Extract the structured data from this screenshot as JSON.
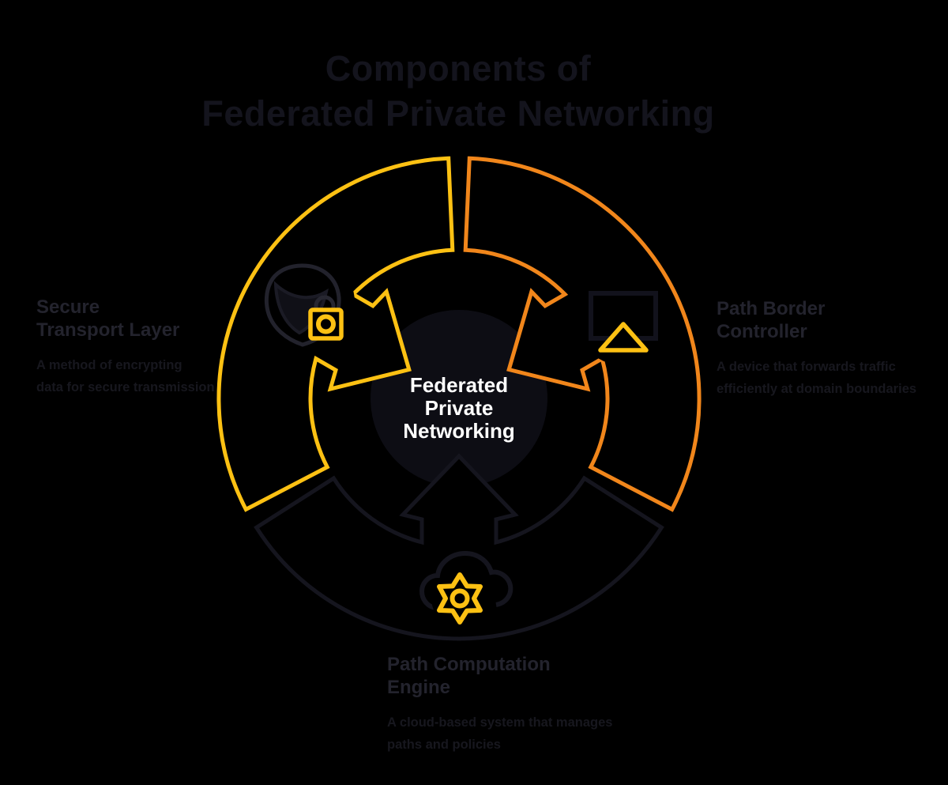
{
  "title": {
    "line1": "Components of",
    "line2": "Federated Private Networking"
  },
  "center": {
    "line1": "Federated",
    "line2": "Private",
    "line3": "Networking"
  },
  "labels": {
    "left": {
      "title_line1": "Secure",
      "title_line2": "Transport Layer",
      "desc_line1": "A method of encrypting",
      "desc_line2": "data for secure transmission"
    },
    "right": {
      "title_line1": "Path Border",
      "title_line2": "Controller",
      "desc_line1": "A device that forwards traffic",
      "desc_line2": "efficiently at domain boundaries"
    },
    "bottom": {
      "title_line1": "Path Computation",
      "title_line2": "Engine",
      "desc_line1": "A cloud-based system that manages",
      "desc_line2": "paths and policies"
    }
  },
  "colors": {
    "background": "#000000",
    "yellow": "#FDC113",
    "orange": "#F1861B",
    "dark_stroke": "#15151E",
    "icon_dark": "#1B1B25",
    "center_fill": "#0D0D14",
    "center_text": "#FFFFFF",
    "title_text": "#14141D"
  },
  "segments": [
    {
      "id": "secure-transport-layer",
      "color_key": "yellow",
      "a1": 92.5,
      "a2": 207.5,
      "arrow_angle": 150,
      "icon": "shield-lock-icon"
    },
    {
      "id": "path-border-controller",
      "color_key": "orange",
      "a1": -27.5,
      "a2": 87.5,
      "arrow_angle": 30,
      "icon": "display-cast-icon"
    },
    {
      "id": "path-computation-engine",
      "color_key": "dark_stroke",
      "a1": 212.5,
      "a2": 327.5,
      "arrow_angle": 270,
      "icon": "cloud-gear-icon"
    }
  ]
}
